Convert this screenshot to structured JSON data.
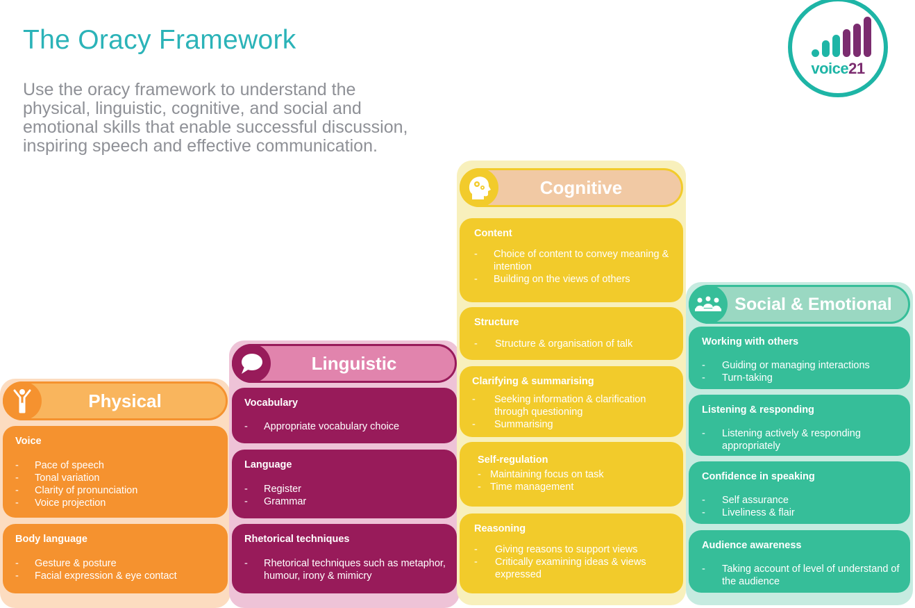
{
  "header": {
    "title": "The Oracy Framework",
    "intro": "Use the oracy framework to understand the physical, linguistic, cognitive, and social and emotional skills that enable successful discussion, inspiring speech and effective communication."
  },
  "logo": {
    "word": "voice",
    "number": "21"
  },
  "colors": {
    "teal_title": "#2bb3b8",
    "physical": "#f5922f",
    "linguistic": "#981b5a",
    "cognitive": "#f2cb2b",
    "social": "#36be99"
  },
  "columns": [
    {
      "name": "Physical",
      "icon": "person-icon",
      "cards": [
        {
          "title": "Voice",
          "items": [
            "Pace of speech",
            "Tonal variation",
            "Clarity of pronunciation",
            "Voice projection"
          ]
        },
        {
          "title": "Body language",
          "items": [
            "Gesture & posture",
            "Facial expression & eye contact"
          ]
        }
      ]
    },
    {
      "name": "Linguistic",
      "icon": "speech-bubble-icon",
      "cards": [
        {
          "title": "Vocabulary",
          "items": [
            "Appropriate vocabulary choice"
          ]
        },
        {
          "title": "Language",
          "items": [
            "Register",
            "Grammar"
          ]
        },
        {
          "title": "Rhetorical techniques",
          "items": [
            "Rhetorical techniques such as metaphor, humour, irony & mimicry"
          ]
        }
      ]
    },
    {
      "name": "Cognitive",
      "icon": "head-gears-icon",
      "cards": [
        {
          "title": "Content",
          "items": [
            "Choice of content to convey meaning & intention",
            "Building on the views of others"
          ]
        },
        {
          "title": "Structure",
          "items": [
            "Structure & organisation of talk"
          ]
        },
        {
          "title": "Clarifying & summarising",
          "items": [
            "Seeking information & clarification through questioning",
            "Summarising"
          ]
        },
        {
          "title": "Self-regulation",
          "items": [
            "Maintaining focus on task",
            "Time management"
          ]
        },
        {
          "title": "Reasoning",
          "items": [
            "Giving reasons to support views",
            "Critically examining ideas & views expressed"
          ]
        }
      ]
    },
    {
      "name": "Social & Emotional",
      "icon": "group-people-icon",
      "cards": [
        {
          "title": "Working with others",
          "items": [
            "Guiding or managing interactions",
            "Turn-taking"
          ]
        },
        {
          "title": "Listening & responding",
          "items": [
            "Listening actively & responding appropriately"
          ]
        },
        {
          "title": "Confidence in speaking",
          "items": [
            "Self assurance",
            "Liveliness & flair"
          ]
        },
        {
          "title": "Audience awareness",
          "items": [
            "Taking account of level of understand of the audience"
          ]
        }
      ]
    }
  ]
}
